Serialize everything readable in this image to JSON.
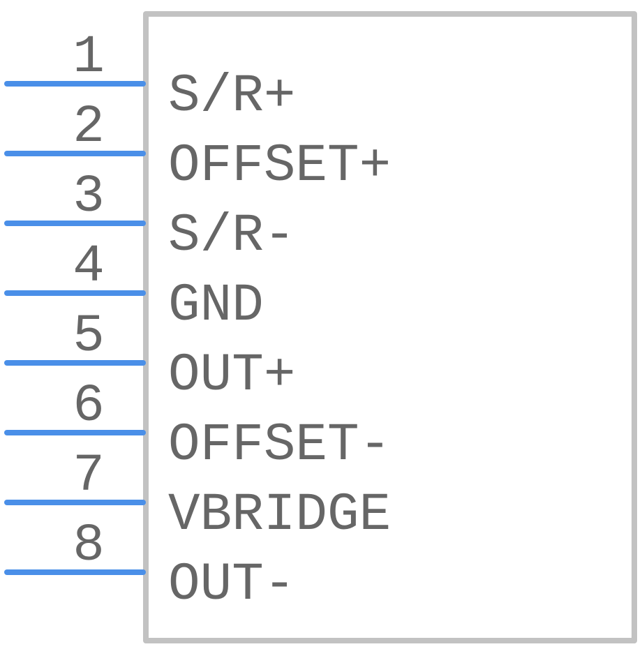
{
  "component": {
    "pins": [
      {
        "number": "1",
        "label": "S/R+"
      },
      {
        "number": "2",
        "label": "OFFSET+"
      },
      {
        "number": "3",
        "label": "S/R-"
      },
      {
        "number": "4",
        "label": "GND"
      },
      {
        "number": "5",
        "label": "OUT+"
      },
      {
        "number": "6",
        "label": "OFFSET-"
      },
      {
        "number": "7",
        "label": "VBRIDGE"
      },
      {
        "number": "8",
        "label": "OUT-"
      }
    ]
  },
  "colors": {
    "pin_line": "#4a8fe8",
    "body_outline": "#c2c2c2",
    "text": "#666666",
    "background": "#ffffff"
  }
}
